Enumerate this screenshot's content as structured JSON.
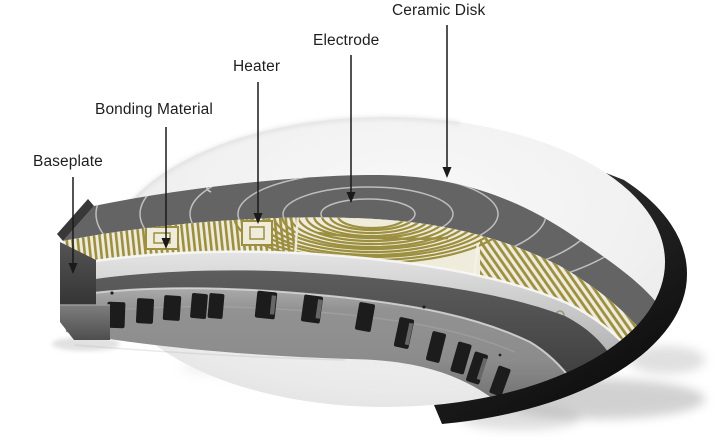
{
  "diagram": {
    "labels": [
      {
        "id": "baseplate",
        "text": "Baseplate"
      },
      {
        "id": "bonding-material",
        "text": "Bonding Material"
      },
      {
        "id": "heater",
        "text": "Heater"
      },
      {
        "id": "electrode",
        "text": "Electrode"
      },
      {
        "id": "ceramic-disk",
        "text": "Ceramic Disk"
      }
    ],
    "colors": {
      "background": "#ffffff",
      "label_text": "#1e1e1e",
      "arrow": "#1a1a1a",
      "ceramic_top": "#f0f0f0",
      "electrode_layer": "#646464",
      "electrode_rings": "#c8c8c8",
      "heater_trace": "#9c8f40",
      "heater_base": "#efecdb",
      "bonding_layer": "#c9c9c9",
      "baseplate_metal": "#8f8f8f",
      "baseplate_slot": "#1c1c1c",
      "outer_rim": "#1f1f1f"
    }
  }
}
